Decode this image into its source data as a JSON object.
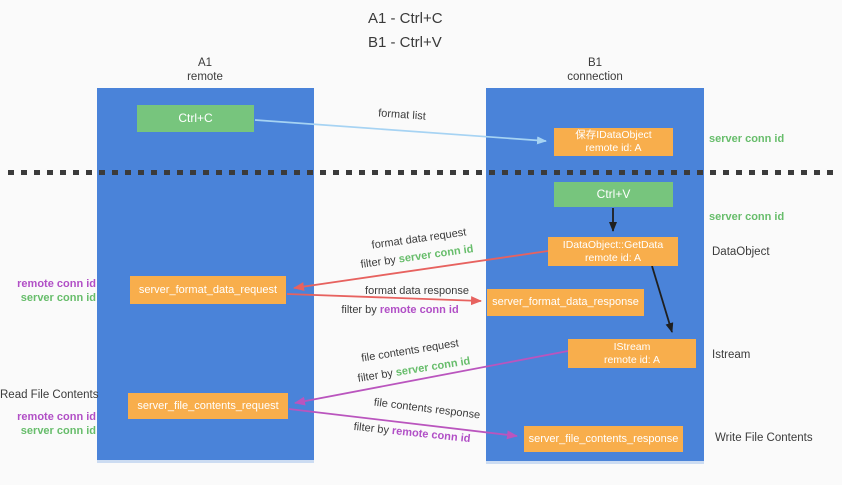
{
  "title": {
    "line1": "A1 - Ctrl+C",
    "line2": "B1 - Ctrl+V"
  },
  "columns": {
    "a1": {
      "name": "A1",
      "subtitle": "remote"
    },
    "b1": {
      "name": "B1",
      "subtitle": "connection"
    }
  },
  "nodes": {
    "ctrl_c": "Ctrl+C",
    "ctrl_v": "Ctrl+V",
    "save_idataobject": {
      "line1": "保存IDataObject",
      "line2": "remote id: A"
    },
    "getdata": {
      "line1": "IDataObject::GetData",
      "line2": "remote id: A"
    },
    "istream": {
      "line1": "IStream",
      "line2": "remote id: A"
    },
    "format_request": "server_format_data_request",
    "format_response": "server_format_data_response",
    "file_request": "server_file_contents_request",
    "file_response": "server_file_contents_response"
  },
  "labels": {
    "format_list": "format list",
    "format_data_request": "format data request",
    "format_data_response": "format data response",
    "file_contents_request": "file contents request",
    "file_contents_response": "file contents response",
    "filter_by": "filter by",
    "server_conn_id": "server conn id",
    "remote_conn_id": "remote conn id",
    "dataobject": "DataObject",
    "istream": "Istream",
    "read_file_contents": "Read File Contents",
    "write_file_contents": "Write File Contents"
  },
  "colors": {
    "background": "#fafafa",
    "column_blue": "#4a83d9",
    "node_orange": "#f8ae4c",
    "action_green": "#77c57d",
    "arrow_light_blue": "#a6d3f3",
    "arrow_red": "#e7625f",
    "arrow_magenta": "#ba55be",
    "arrow_black": "#1f1f1f",
    "text_dark": "#3b3b3b",
    "text_green": "#67bd6b",
    "text_purple": "#b14fc6"
  }
}
